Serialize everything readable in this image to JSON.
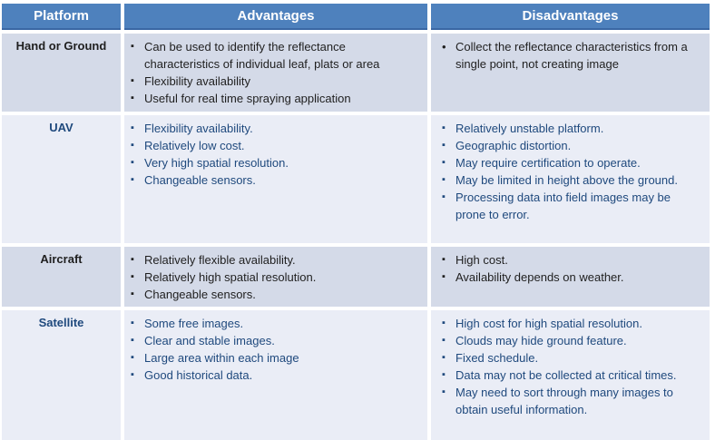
{
  "header": {
    "platform": "Platform",
    "advantages": "Advantages",
    "disadvantages": "Disadvantages"
  },
  "glyphs": {
    "square_bullet": "▪",
    "round_bullet": "•"
  },
  "rows": [
    {
      "platform": "Hand or Ground",
      "advantages": [
        "Can be used to identify the reflectance characteristics of individual leaf, plats or area",
        "Flexibility availability",
        "Useful for real time spraying application"
      ],
      "disadvantages": [
        "Collect the reflectance characteristics from a single point, not creating image"
      ]
    },
    {
      "platform": "UAV",
      "advantages": [
        "Flexibility availability.",
        "Relatively low cost.",
        "Very high spatial resolution.",
        "Changeable sensors."
      ],
      "disadvantages": [
        "Relatively unstable platform.",
        "Geographic distortion.",
        "May require certification to operate.",
        "May be limited in height above the ground.",
        "Processing data into field images may be prone to error."
      ]
    },
    {
      "platform": "Aircraft",
      "advantages": [
        "Relatively flexible availability.",
        "Relatively high spatial resolution.",
        "Changeable sensors."
      ],
      "disadvantages": [
        "High cost.",
        "Availability depends on weather."
      ]
    },
    {
      "platform": "Satellite",
      "advantages": [
        "Some free images.",
        "Clear and stable images.",
        "Large area within each image",
        "Good historical data."
      ],
      "disadvantages": [
        "High cost for high spatial resolution.",
        "Clouds may hide ground feature.",
        "Fixed schedule.",
        "Data may not be collected at critical times.",
        "May need to sort through many images to obtain useful information."
      ]
    }
  ],
  "colors": {
    "header_bg": "#4E81BD",
    "header_text": "#FFFFFF",
    "header_border": "#3A67A4",
    "band_dark": "#D4DAE8",
    "band_light": "#EAEDF6",
    "text_dark_rows": "#1F1F1F",
    "text_blue_rows": "#1F497D"
  }
}
